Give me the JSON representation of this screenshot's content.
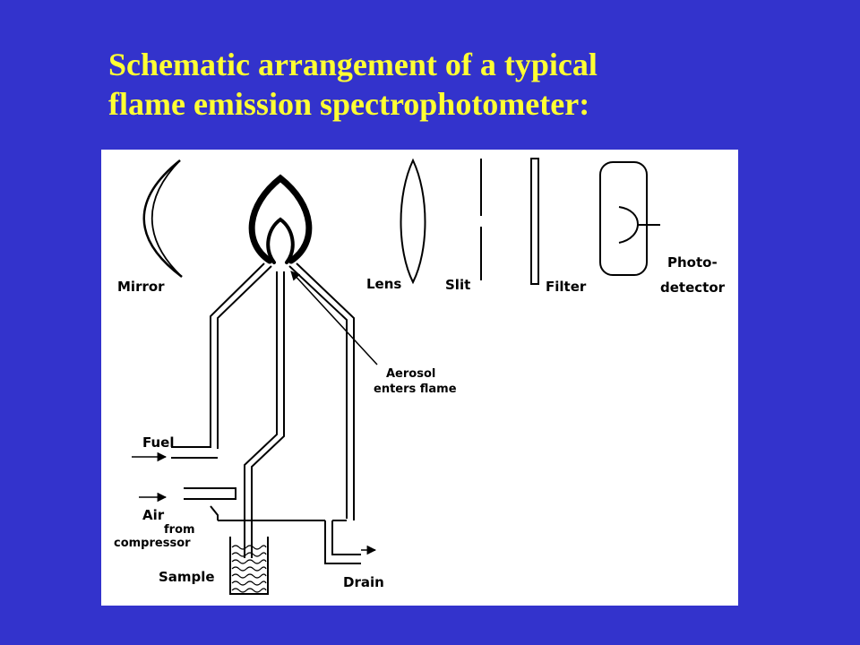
{
  "slide": {
    "title_line1": "Schematic arrangement of a typical",
    "title_line2": "flame emission spectrophotometer:"
  },
  "colors": {
    "background": "#3333cc",
    "title": "#ffff33",
    "panel": "#ffffff",
    "ink": "#000000"
  },
  "diagram": {
    "labels": {
      "mirror": "Mirror",
      "lens": "Lens",
      "slit": "Slit",
      "filter": "Filter",
      "photodetector_line1": "Photo-",
      "photodetector_line2": "detector",
      "aerosol_line1": "Aerosol",
      "aerosol_line2": "enters flame",
      "fuel": "Fuel",
      "air": "Air",
      "air_sub_line1": "from",
      "air_sub_line2": "compressor",
      "sample": "Sample",
      "drain": "Drain"
    }
  }
}
